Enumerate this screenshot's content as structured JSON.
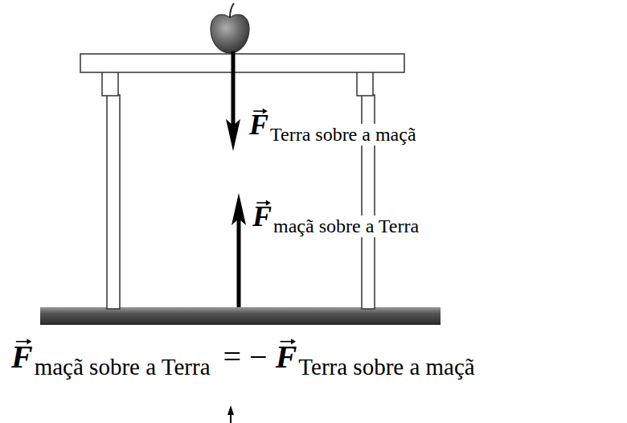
{
  "diagram": {
    "labels": [
      "F",
      "Terra sobre a maçã",
      "F",
      "maçã sobre a Terra",
      "F",
      "maçã sobre a Terra",
      "= −",
      "F",
      "Terra sobre a maçã"
    ]
  }
}
